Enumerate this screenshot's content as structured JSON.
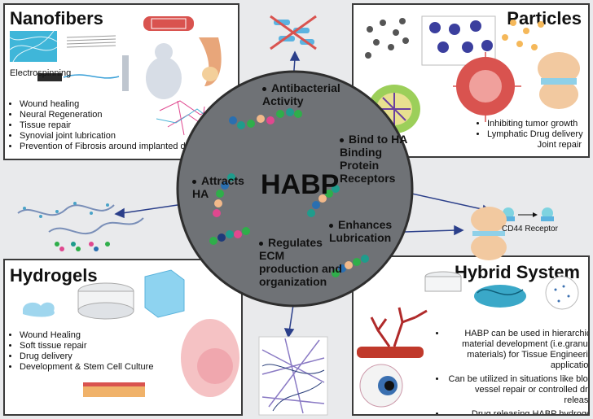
{
  "center": {
    "title": "HABP"
  },
  "functions": {
    "antibacterial": "Antibacterial Activity",
    "bind": "Bind to HA Binding Protein Receptors",
    "attracts": "Attracts HA",
    "lubrication": "Enhances Lubrication",
    "ecm": "Regulates ECM production and organization"
  },
  "nanofibers": {
    "title": "Nanofibers",
    "method_label": "Electrospinning",
    "items": [
      "Wound healing",
      "Neural Regeneration",
      "Tissue repair",
      "Synovial joint lubrication",
      "Prevention of Fibrosis around implanted devices"
    ]
  },
  "particles": {
    "title": "Particles",
    "items": [
      "Inhibiting tumor growth",
      "Lymphatic Drug delivery",
      "Joint repair"
    ]
  },
  "receptor": {
    "label": "CD44 Receptor"
  },
  "hydrogels": {
    "title": "Hydrogels",
    "items": [
      "Wound Healing",
      "Soft tissue repair",
      "Drug delivery",
      "Development & Stem Cell Culture"
    ]
  },
  "hybrid": {
    "title": "Hybrid System",
    "items": [
      "HABP can be used in hierarchical material development (i.e.granular materials) for Tissue Engineering applications",
      "Can be utilized in situations like blood vessel repair or controlled drug releases",
      "Drug releasing HABP hydrogels beneficial for corneal repair"
    ]
  },
  "colors": {
    "circle": "#6f7276",
    "bead_teal": "#1f9c8c",
    "bead_blue": "#2a6fb0",
    "bead_pink": "#e0488f",
    "bead_green": "#2fae4a",
    "bead_peach": "#f2b98a",
    "bead_navy": "#1d3a7a"
  }
}
